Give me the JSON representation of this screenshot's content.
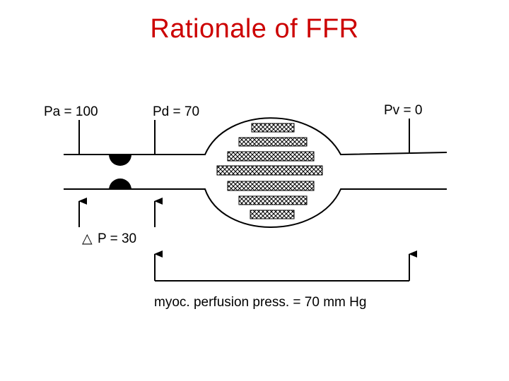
{
  "title": "Rationale of FFR",
  "labels": {
    "pa": "Pa = 100",
    "pd": "Pd = 70",
    "pv": "Pv = 0",
    "delta_symbol": "△",
    "delta": "P = 30",
    "perfusion": "myoc. perfusion press. = 70 mm Hg"
  },
  "colors": {
    "title": "#cc0000",
    "line": "#000000"
  }
}
